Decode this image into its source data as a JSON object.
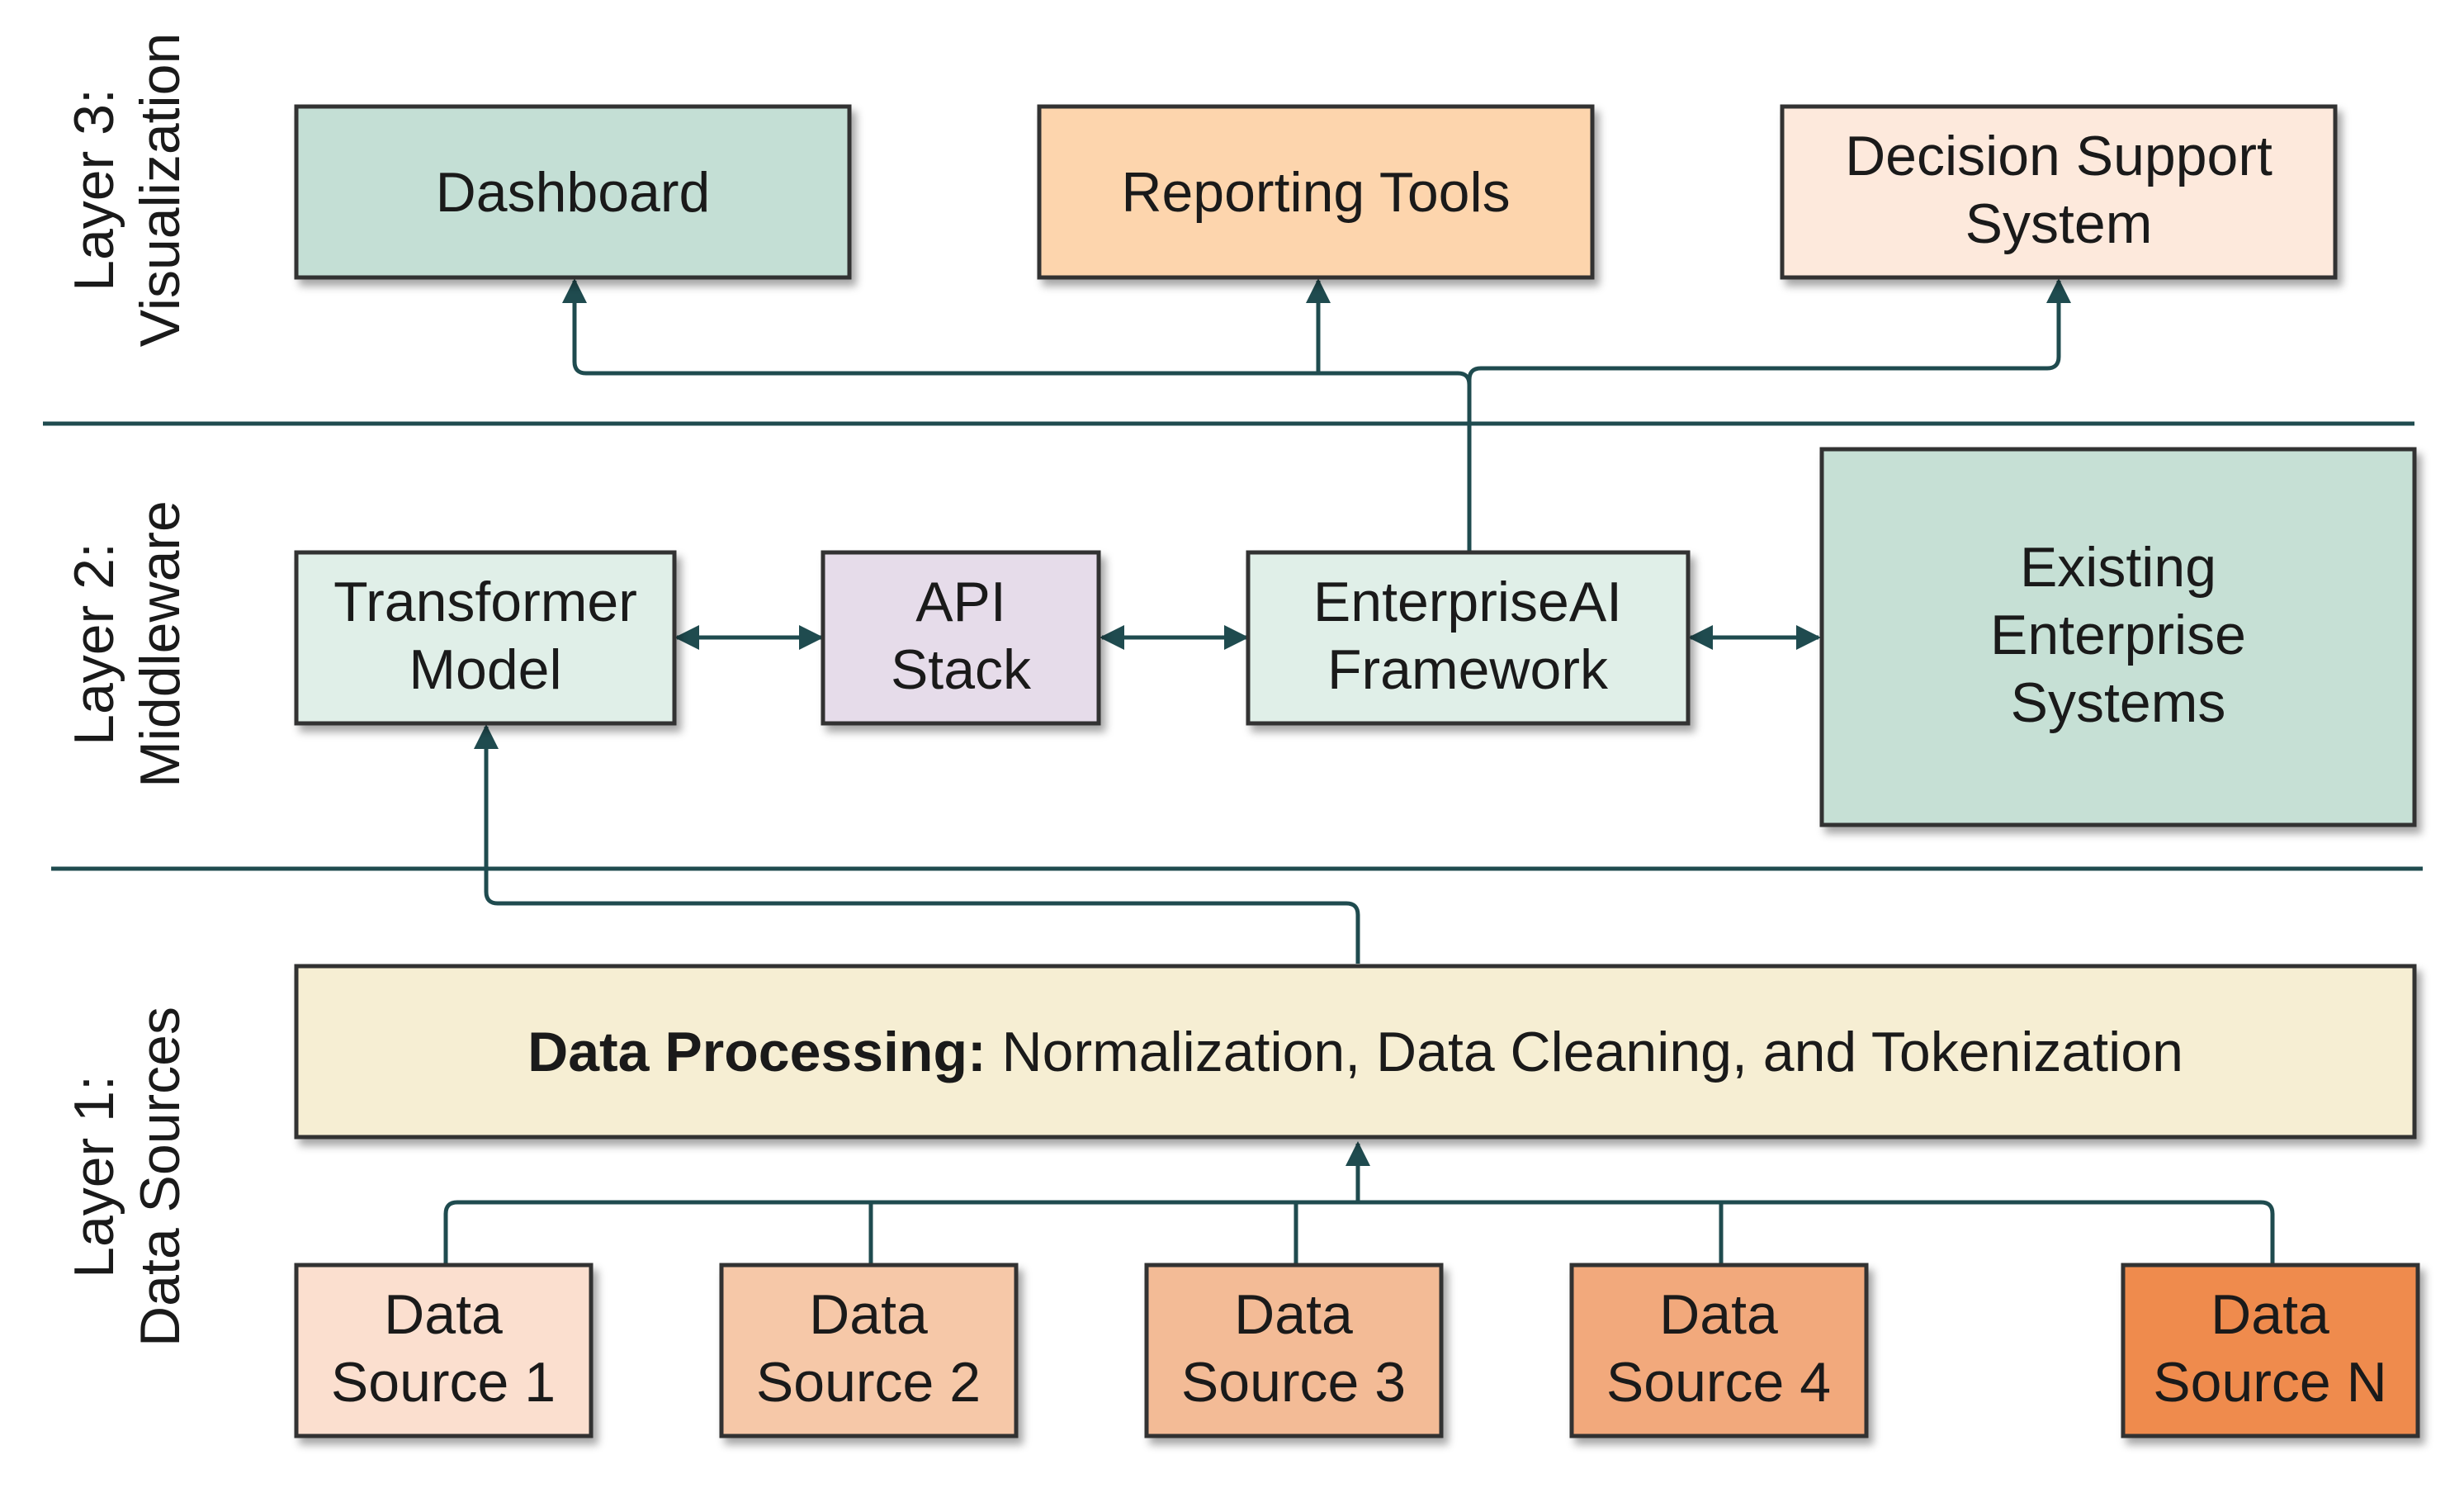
{
  "colors": {
    "line": "#1f4b4f",
    "box_border": "#333333",
    "dashboard": "#c4dfd5",
    "reporting_tools": "#fdd5ad",
    "decision_support": "#fde9dc",
    "transformer_model": "#e0efe8",
    "api_stack": "#e6dcea",
    "enterpriseai_framework": "#e0efe8",
    "existing_systems": "#c6e0d5",
    "data_processing": "#f6eed3",
    "data_source_1": "#fbdfcf",
    "data_source_2": "#f6c8a8",
    "data_source_3": "#f3bb96",
    "data_source_4": "#f2a97b",
    "data_source_n": "#ef8b4e"
  },
  "layers": {
    "layer3": {
      "line1": "Layer 3:",
      "line2": "Visualization"
    },
    "layer2": {
      "line1": "Layer 2:",
      "line2": "Middleware"
    },
    "layer1": {
      "line1": "Layer 1:",
      "line2": "Data Sources"
    }
  },
  "boxes": {
    "dashboard": {
      "lines": [
        "Dashboard"
      ]
    },
    "reporting_tools": {
      "lines": [
        "Reporting Tools"
      ]
    },
    "decision_support": {
      "lines": [
        "Decision Support",
        "System"
      ]
    },
    "transformer_model": {
      "lines": [
        "Transformer",
        "Model"
      ]
    },
    "api_stack": {
      "lines": [
        "API",
        "Stack"
      ]
    },
    "enterpriseai_framework": {
      "lines": [
        "EnterpriseAI",
        "Framework"
      ]
    },
    "existing_systems": {
      "lines": [
        "Existing",
        "Enterprise",
        "Systems"
      ]
    },
    "data_processing": {
      "bold_label": "Data Processing:",
      "rest": " Normalization, Data Cleaning, and Tokenization"
    },
    "data_source_1": {
      "lines": [
        "Data",
        "Source 1"
      ]
    },
    "data_source_2": {
      "lines": [
        "Data",
        "Source 2"
      ]
    },
    "data_source_3": {
      "lines": [
        "Data",
        "Source 3"
      ]
    },
    "data_source_4": {
      "lines": [
        "Data",
        "Source 4"
      ]
    },
    "data_source_n": {
      "lines": [
        "Data",
        "Source N"
      ]
    }
  }
}
